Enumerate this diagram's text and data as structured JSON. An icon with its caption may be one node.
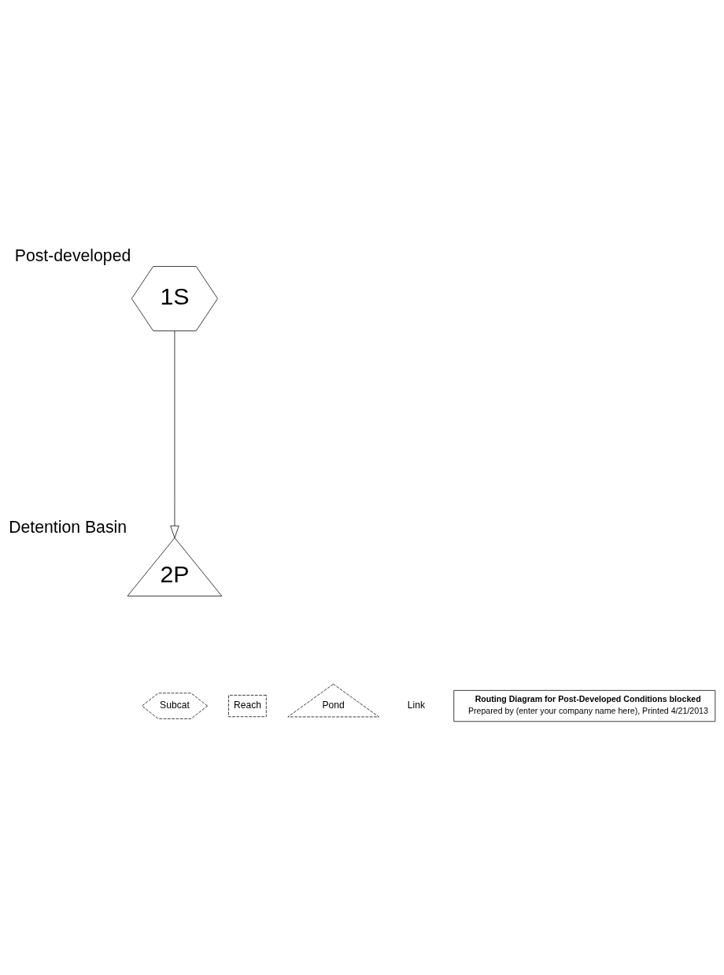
{
  "diagram": {
    "nodes": [
      {
        "text": [
          "1S"
        ],
        "beside": [
          "Post-developed"
        ]
      },
      {
        "text": [
          "2P"
        ],
        "beside": [
          "Detention Basin"
        ]
      }
    ],
    "edges": [
      {
        "from": 0,
        "to": 1,
        "arrow": "to"
      }
    ],
    "labels": [
      "Routing Diagram for Post-Developed Conditions blocked",
      "Prepared by (enter your company name here), Printed 4/21/2013"
    ],
    "legend": [
      {
        "text": "Subcat"
      },
      {
        "text": "Reach"
      },
      {
        "text": "Pond"
      },
      {
        "text": "Link"
      }
    ]
  }
}
